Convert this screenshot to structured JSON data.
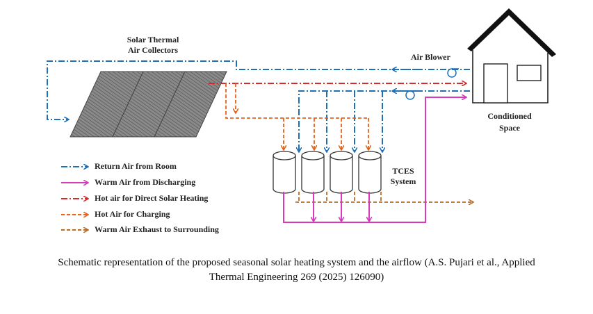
{
  "labels": {
    "collectors": "Solar Thermal\nAir Collectors",
    "collectors_line1": "Solar Thermal",
    "collectors_line2": "Air Collectors",
    "air_blower": "Air Blower",
    "conditioned_line1": "Conditioned",
    "conditioned_line2": "Space",
    "tces_line1": "TCES",
    "tces_line2": "System"
  },
  "legend": [
    {
      "label": "Return Air from Room",
      "color": "#1f6fb5",
      "style": "dash-dot"
    },
    {
      "label": "Warm Air from Discharging",
      "color": "#d63ab8",
      "style": "solid"
    },
    {
      "label": "Hot air for Direct Solar Heating",
      "color": "#d42a2a",
      "style": "dash-dot"
    },
    {
      "label": "Hot Air for Charging",
      "color": "#e0631f",
      "style": "dashed"
    },
    {
      "label": "Warm Air Exhaust to Surrounding",
      "color": "#b86c28",
      "style": "dashed"
    }
  ],
  "caption": {
    "line1": "Schematic representation of the proposed seasonal solar heating system and the airflow (A.S. Pujari et al., Applied",
    "line2": "Thermal Engineering 269 (2025) 126090)"
  },
  "colors": {
    "blue": "#1f6fb5",
    "magenta": "#d63ab8",
    "red": "#d42a2a",
    "orange": "#e0631f",
    "brown": "#b86c28"
  }
}
